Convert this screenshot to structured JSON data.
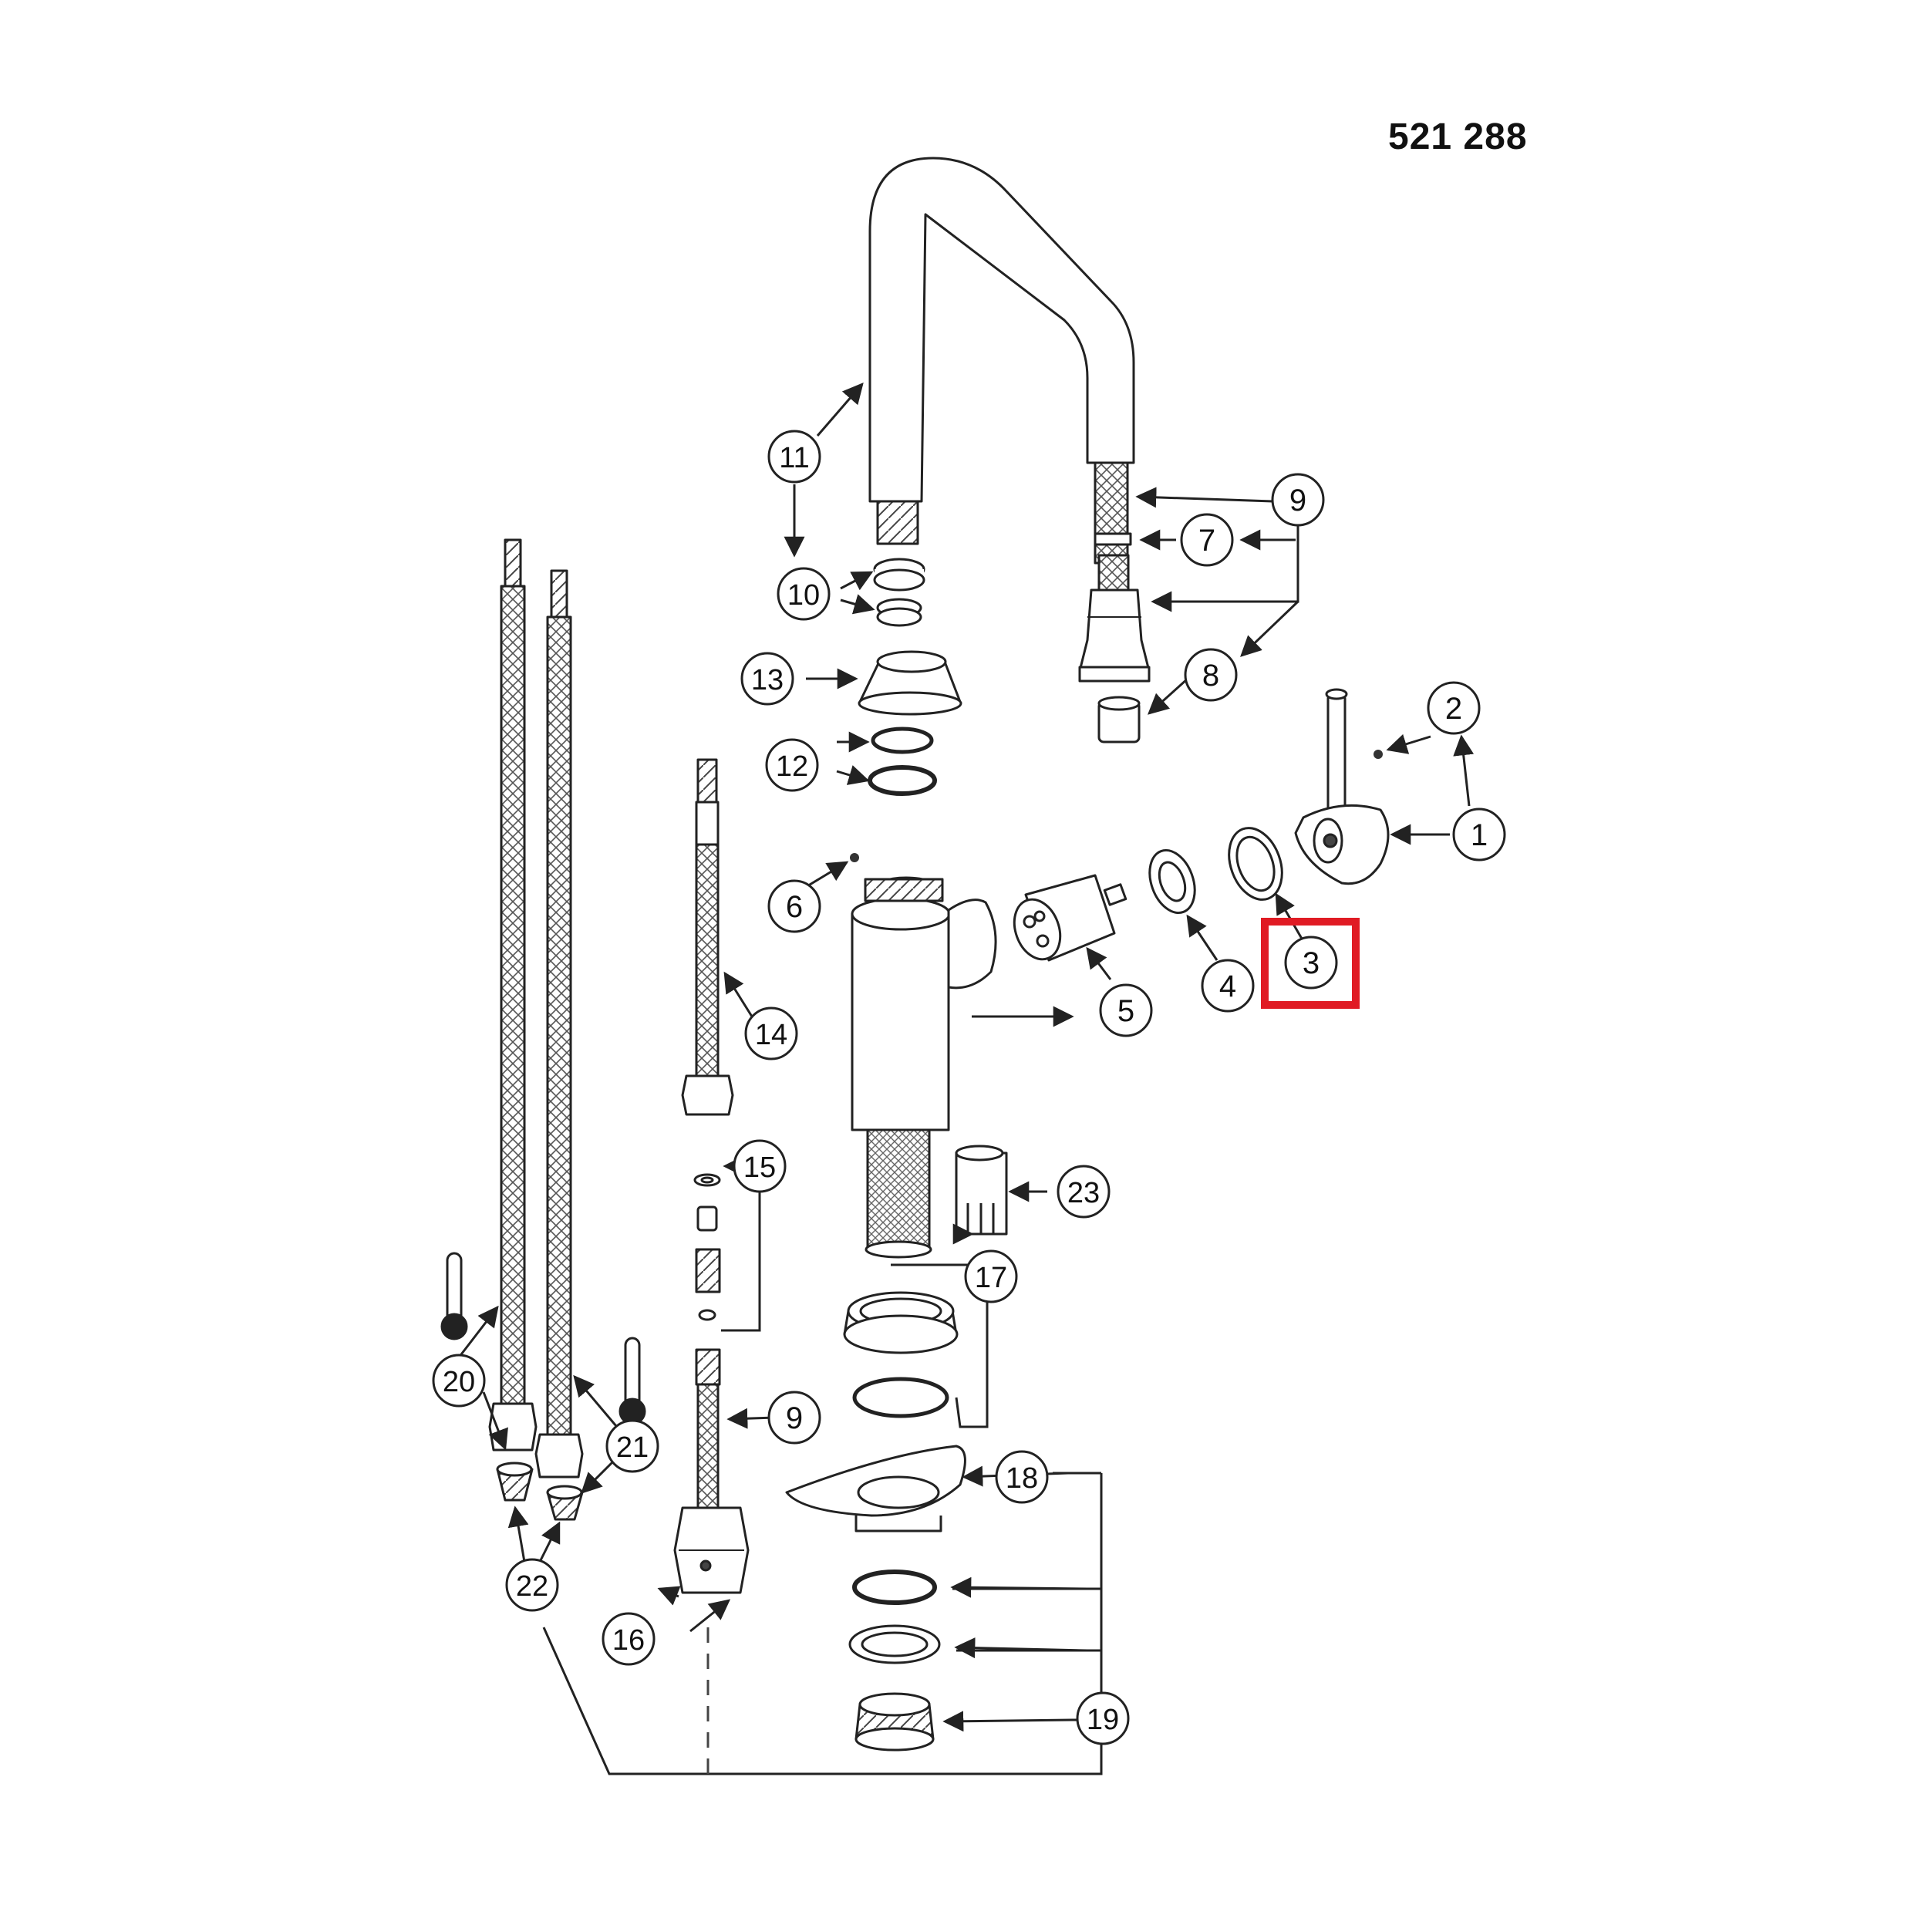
{
  "diagram": {
    "part_number": "521 288",
    "highlight_color": "#e01b24",
    "line_color": "#222222",
    "callouts": [
      {
        "id": "c1",
        "label": "1"
      },
      {
        "id": "c2",
        "label": "2"
      },
      {
        "id": "c3",
        "label": "3",
        "highlighted": true
      },
      {
        "id": "c4",
        "label": "4"
      },
      {
        "id": "c5",
        "label": "5"
      },
      {
        "id": "c6",
        "label": "6"
      },
      {
        "id": "c7",
        "label": "7"
      },
      {
        "id": "c8a",
        "label": "8"
      },
      {
        "id": "c9a",
        "label": "9"
      },
      {
        "id": "c9b",
        "label": "9"
      },
      {
        "id": "c10",
        "label": "10"
      },
      {
        "id": "c11",
        "label": "11"
      },
      {
        "id": "c12",
        "label": "12"
      },
      {
        "id": "c13",
        "label": "13"
      },
      {
        "id": "c14",
        "label": "14"
      },
      {
        "id": "c15",
        "label": "15"
      },
      {
        "id": "c16",
        "label": "16"
      },
      {
        "id": "c17",
        "label": "17"
      },
      {
        "id": "c18",
        "label": "18"
      },
      {
        "id": "c19",
        "label": "19"
      },
      {
        "id": "c20",
        "label": "20"
      },
      {
        "id": "c21",
        "label": "21"
      },
      {
        "id": "c22",
        "label": "22"
      },
      {
        "id": "c23",
        "label": "23"
      }
    ]
  }
}
